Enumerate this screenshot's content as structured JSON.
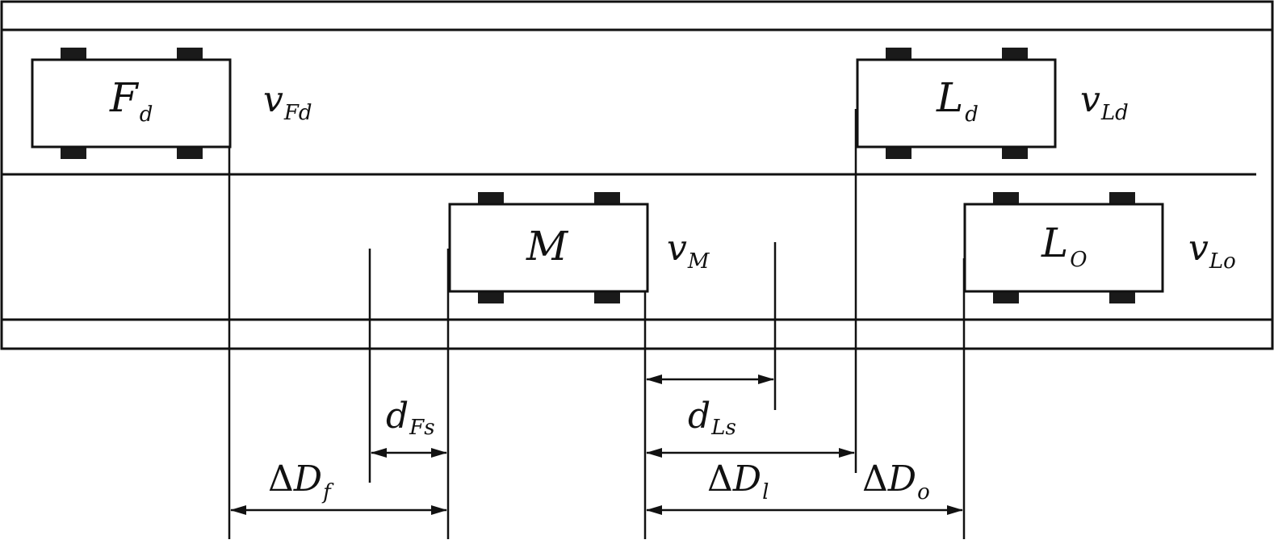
{
  "vehicles": {
    "fd": {
      "main": "F",
      "sub": "d",
      "speed_main": "v",
      "speed_sub": "Fd"
    },
    "ld": {
      "main": "L",
      "sub": "d",
      "speed_main": "v",
      "speed_sub": "Ld"
    },
    "m": {
      "main": "M",
      "speed_main": "v",
      "speed_sub": "M"
    },
    "lo": {
      "main": "L",
      "sub": "O",
      "speed_main": "v",
      "speed_sub": "Lo"
    }
  },
  "distances": {
    "dfs": {
      "main": "d",
      "sub": "Fs"
    },
    "dls": {
      "main": "d",
      "sub": "Ls"
    },
    "ddf": {
      "delta": "Δ",
      "main": "D",
      "sub": "f"
    },
    "ddl": {
      "delta": "Δ",
      "main": "D",
      "sub": "l"
    },
    "ddo": {
      "delta": "Δ",
      "main": "D",
      "sub": "o"
    }
  }
}
